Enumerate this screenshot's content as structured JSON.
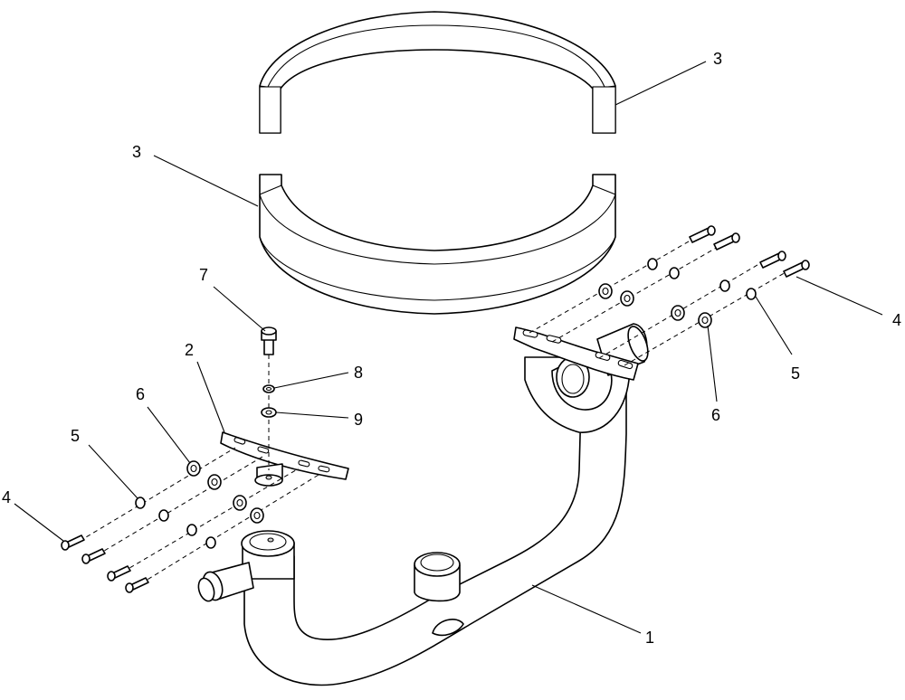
{
  "diagram": {
    "callouts": {
      "ring_upper": "3",
      "ring_lower": "3",
      "bolt_right": "4",
      "washer_small_right": "5",
      "washer_large_right": "6",
      "bracket": "2",
      "washer_large_left": "6",
      "washer_small_left": "5",
      "bolt_left": "4",
      "screw": "7",
      "lockwasher": "8",
      "flat_washer": "9",
      "exhaust_pipe": "1"
    }
  }
}
